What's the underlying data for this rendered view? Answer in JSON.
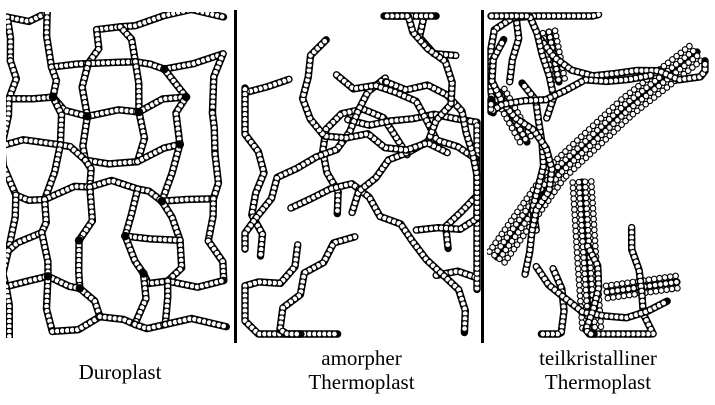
{
  "panels": [
    {
      "id": "duroplast",
      "label_lines": [
        "Duroplast"
      ],
      "structure": "crosslinked-network"
    },
    {
      "id": "amorpher-thermoplast",
      "label_lines": [
        "amorpher",
        "Thermoplast"
      ],
      "structure": "amorphous-tangled-chains"
    },
    {
      "id": "teilkristalliner-thermoplast",
      "label_lines": [
        "teilkristalliner",
        "Thermoplast"
      ],
      "structure": "semi-crystalline-chains"
    }
  ],
  "colors": {
    "bead_fill": "#ffffff",
    "bead_stroke": "#000000",
    "chain": "#000000",
    "crosslink": "#000000"
  }
}
